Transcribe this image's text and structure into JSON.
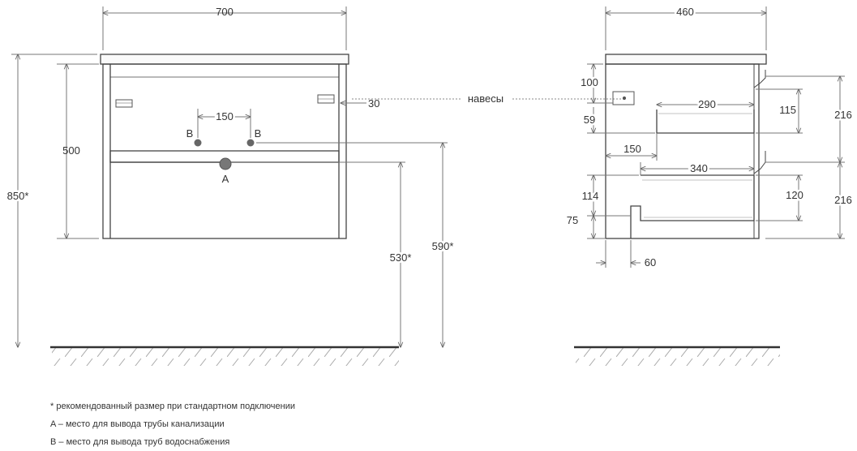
{
  "front_view": {
    "width": "700",
    "height": "500",
    "total_height": "850*",
    "hinge_offset": "30",
    "pipe_spacing": "150",
    "pipe_b_left": "B",
    "pipe_b_right": "B",
    "pipe_a": "A",
    "height_a": "530*",
    "height_b": "590*"
  },
  "hinges_label": "навесы",
  "side_view": {
    "depth": "460",
    "d_100": "100",
    "d_290": "290",
    "d_115": "115",
    "d_216_top": "216",
    "d_59": "59",
    "d_150": "150",
    "d_340": "340",
    "d_114": "114",
    "d_120": "120",
    "d_216_bottom": "216",
    "d_75": "75",
    "d_60": "60"
  },
  "notes": {
    "recommended": "* рекомендованный размер при стандартном подключении",
    "a_note": "A – место для вывода трубы канализации",
    "b_note": "B – место для вывода труб водоснабжения"
  },
  "colors": {
    "outline": "#444444",
    "dim_line": "#777777",
    "pipe_point": "#666666",
    "hinge_marker": "#555555"
  }
}
